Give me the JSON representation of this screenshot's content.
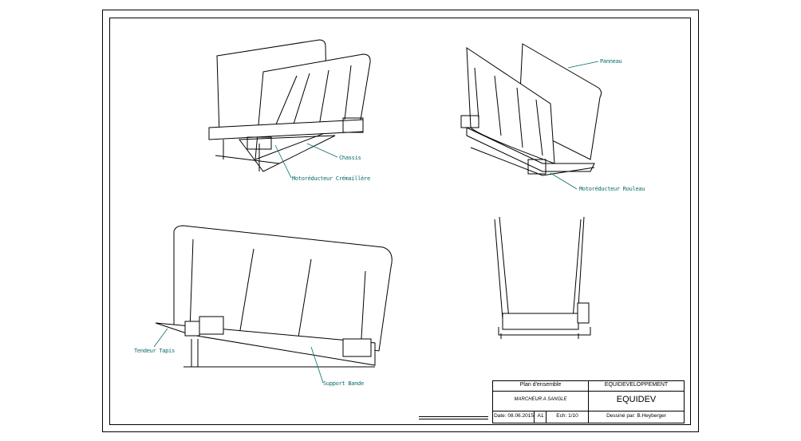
{
  "labels": {
    "chassis": "Chassis",
    "motor_rack": "Motoréducteur Crémaillère",
    "panel": "Panneau",
    "motor_roller": "Motoréducteur Rouleau",
    "belt_tensioner": "Tendeur Tapis",
    "belt_support": "Support Bande"
  },
  "title_block": {
    "drawing_type": "Plan d'ensemble",
    "company": "EQUIDEVELOPPEMENT",
    "product": "MARCHEUR A SANGLE",
    "logo_text": "EQUIDEV",
    "date": "Date: 08.06.2015",
    "format": "A1",
    "scale": "Ech: 1/10",
    "drawn_by": "Dessiné par: B.Heyberger"
  },
  "colors": {
    "annotation": "#0b6b6b",
    "line": "#000000"
  }
}
